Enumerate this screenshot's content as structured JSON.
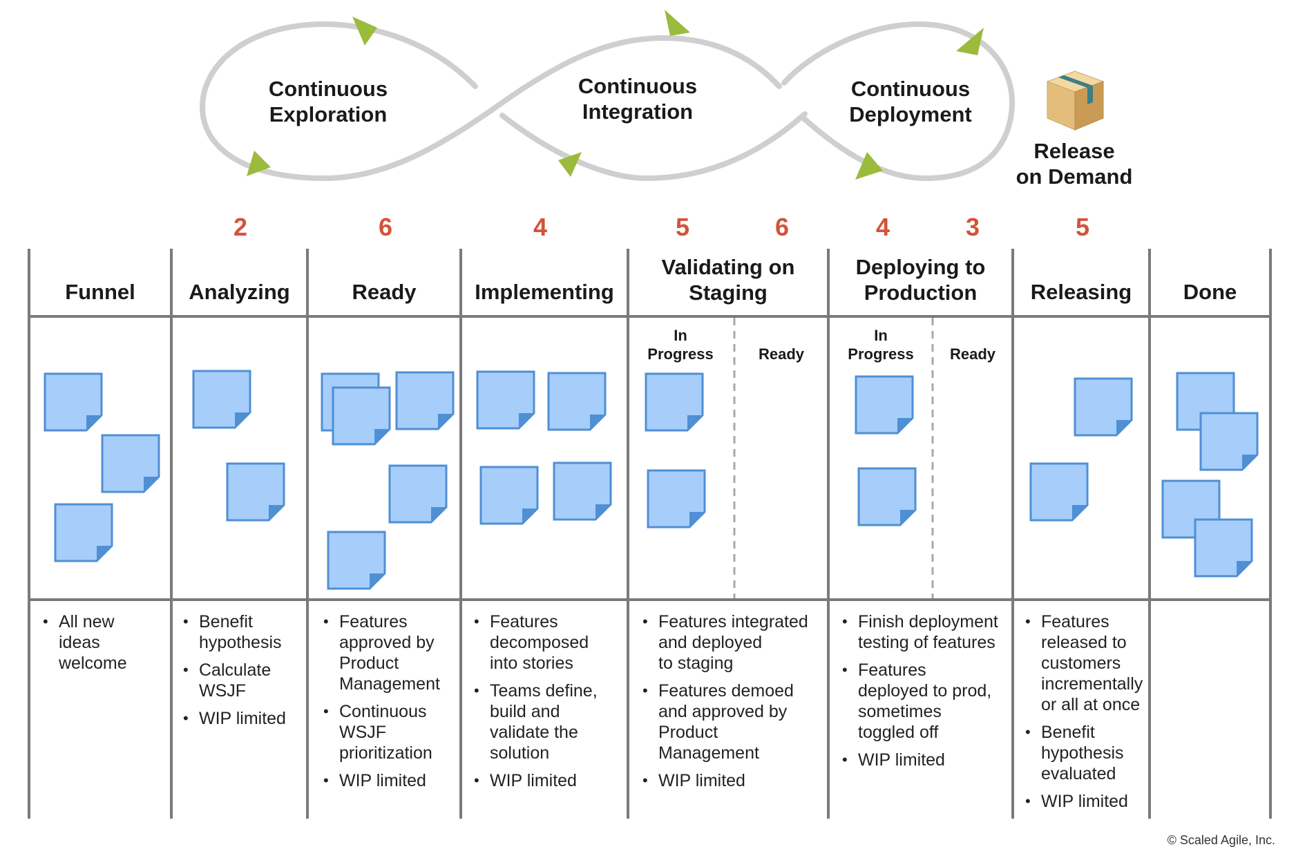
{
  "loop": {
    "exploration": "Continuous\nExploration",
    "integration": "Continuous\nIntegration",
    "deployment": "Continuous\nDeployment"
  },
  "release": {
    "label": "Release\non Demand",
    "icon": "package-box-icon"
  },
  "wip_limits": {
    "analyzing": "2",
    "ready": "6",
    "implementing": "4",
    "validating_in_progress": "5",
    "validating_ready": "6",
    "deploying_in_progress": "4",
    "deploying_ready": "3",
    "releasing": "5"
  },
  "columns": {
    "funnel": "Funnel",
    "analyzing": "Analyzing",
    "ready": "Ready",
    "implementing": "Implementing",
    "validating": "Validating on\nStaging",
    "deploying": "Deploying to\nProduction",
    "releasing": "Releasing",
    "done": "Done"
  },
  "subcolumns": {
    "validating_in_progress": "In\nProgress",
    "validating_ready": "Ready",
    "deploying_in_progress": "In\nProgress",
    "deploying_ready": "Ready"
  },
  "notes": {
    "funnel": [
      "All new\nideas\nwelcome"
    ],
    "analyzing": [
      "Benefit\nhypothesis",
      "Calculate\nWSJF",
      "WIP limited"
    ],
    "ready": [
      "Features\napproved by\nProduct\nManagement",
      "Continuous\nWSJF\nprioritization",
      "WIP limited"
    ],
    "implementing": [
      "Features\ndecomposed\ninto stories",
      "Teams define,\nbuild and\nvalidate the\nsolution",
      "WIP limited"
    ],
    "validating": [
      "Features integrated\nand deployed\nto staging",
      "Features demoed\nand approved by\nProduct\nManagement",
      "WIP limited"
    ],
    "deploying": [
      "Finish deployment\ntesting of features",
      "Features\ndeployed to prod,\nsometimes\ntoggled off",
      "WIP limited"
    ],
    "releasing": [
      "Features\nreleased to\ncustomers\nincrementally\nor all at once",
      "Benefit\nhypothesis\nevaluated",
      "WIP limited"
    ]
  },
  "copyright": "© Scaled Agile, Inc.",
  "colors": {
    "wip": "#d2533a",
    "card_fill": "#a7cdfa",
    "card_stroke": "#4f8fd4",
    "grid": "#7a7a7a",
    "loop": "#cfcfcf",
    "arrow": "#9bbb3c"
  }
}
